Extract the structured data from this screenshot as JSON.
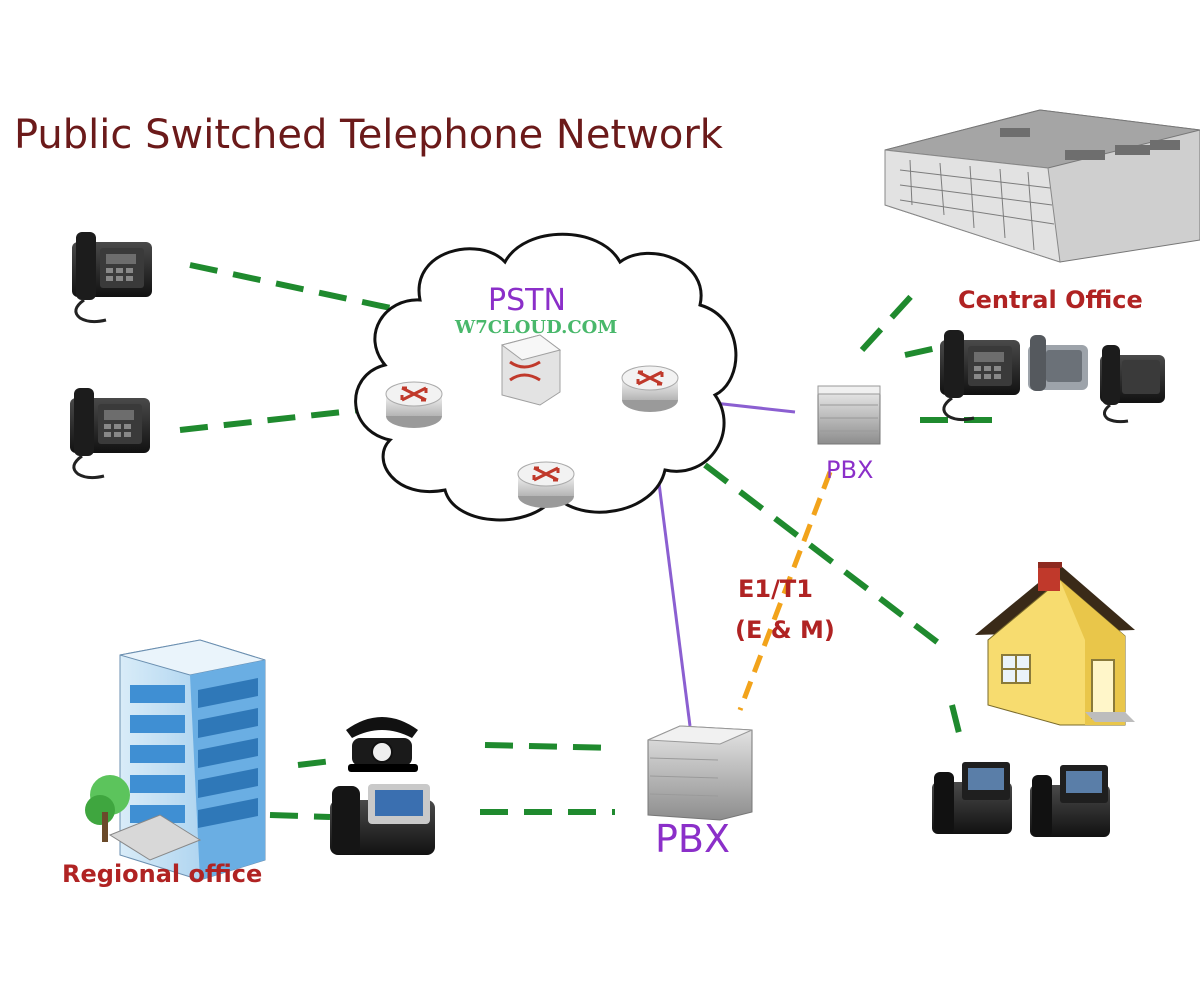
{
  "title": "Public Switched Telephone Network",
  "cloud": {
    "label": "PSTN",
    "watermark": "W7CLOUD.COM"
  },
  "labels": {
    "central_office": "Central Office",
    "regional_office": "Regional office",
    "pbx_small": "PBX",
    "pbx_large": "PBX",
    "trunk_line1": "E1/T1",
    "trunk_line2": "(E & M)"
  },
  "colors": {
    "title": "#6b1a1a",
    "label_red": "#b02323",
    "purple": "#8b2fc9",
    "dashed_green": "#1f8a2e",
    "trunk_orange": "#f2a31b",
    "house_wall": "#f7dc6f",
    "house_roof": "#3a2a18",
    "building_blue": "#5aa6e0"
  }
}
